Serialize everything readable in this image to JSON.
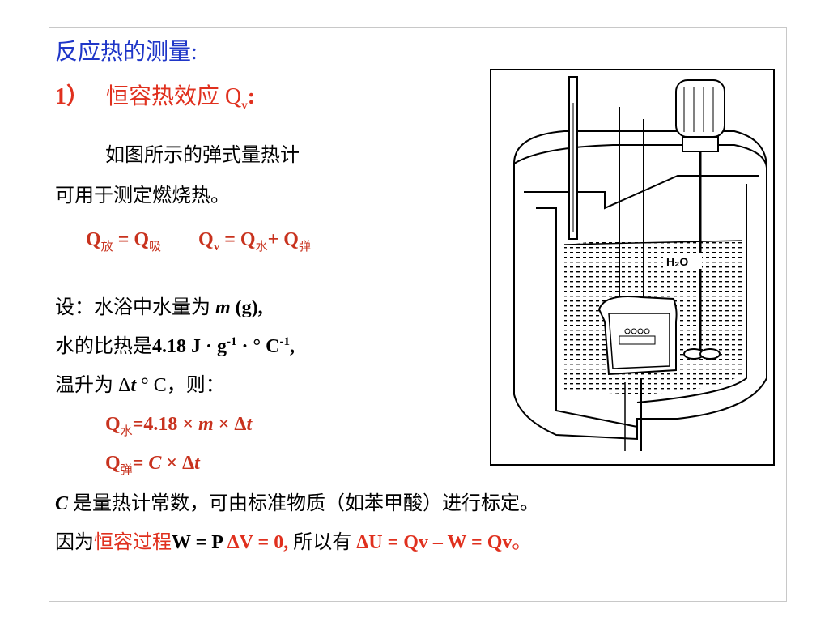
{
  "title": "反应热的测量:",
  "section": {
    "prefix": "1）",
    "label": "恒容热效应 Q",
    "sub": "v",
    "colon": ":"
  },
  "intro": {
    "line1": "如图所示的弹式量热计",
    "line2": "可用于测定燃烧热。"
  },
  "eq1": {
    "q": "Q",
    "sub_fang": "放",
    "mid": " = Q",
    "sub_xi": "吸",
    "q2": "Q",
    "sub_v": "v",
    "mid2": " = Q",
    "sub_shui": "水",
    "plus": "+ Q",
    "sub_dan": "弹"
  },
  "setup": {
    "line1_a": "设：水浴中水量为 ",
    "line1_m": "m",
    "line1_b": " (g),",
    "line2_a": "水的比热是",
    "line2_b": "4.18 J · g",
    "line2_sup1": "-1",
    "line2_c": " · ° C",
    "line2_sup2": "-1",
    "line2_d": ",",
    "line3_a": "温升为 Δ",
    "line3_t": "t",
    "line3_b": " ° C，则："
  },
  "formula1": {
    "q": "Q",
    "sub": "水",
    "a": "=4.18 × ",
    "m": "m",
    "b": " × Δ",
    "t": "t"
  },
  "formula2": {
    "q": "Q",
    "sub": "弹",
    "a": "= ",
    "c": "C",
    "b": " × Δ",
    "t": "t"
  },
  "note": {
    "c": "C",
    "text": " 是量热计常数，可由标准物质（如苯甲酸）进行标定。"
  },
  "conclusion": {
    "a": "因为",
    "b": "恒容过程",
    "c": "W = P ",
    "d": "ΔV = 0,",
    "e": " 所以有 ",
    "f": "ΔU = Qv – W = Qv",
    "g": "。"
  },
  "figure_label": "H₂O",
  "colors": {
    "blue": "#1f36c8",
    "red": "#e0301e"
  }
}
